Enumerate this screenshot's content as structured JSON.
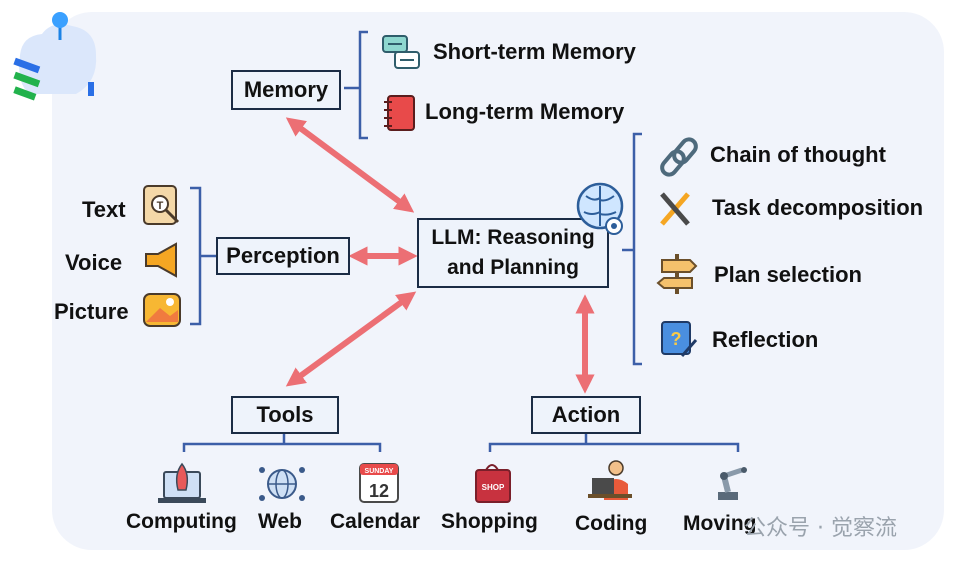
{
  "center": {
    "line1": "LLM: Reasoning",
    "line2": "and Planning"
  },
  "memory": {
    "label": "Memory",
    "items": [
      "Short-term Memory",
      "Long-term Memory"
    ]
  },
  "perception": {
    "label": "Perception",
    "items": [
      "Text",
      "Voice",
      "Picture"
    ]
  },
  "planning": {
    "items": [
      "Chain of thought",
      "Task decomposition",
      "Plan selection",
      "Reflection"
    ]
  },
  "tools": {
    "label": "Tools",
    "items": [
      "Computing",
      "Web",
      "Calendar"
    ]
  },
  "action": {
    "label": "Action",
    "items": [
      "Shopping",
      "Coding",
      "Moving"
    ]
  },
  "calendar_icon": {
    "day": "SUNDAY",
    "date": "12"
  },
  "shop_icon": {
    "text": "SHOP"
  },
  "watermark": "公众号 · 觉察流",
  "colors": {
    "arrow": "#ec6f74",
    "bracket": "#3c5fa8",
    "box_border": "#1b2c45",
    "panel": "#f1f4fb"
  }
}
